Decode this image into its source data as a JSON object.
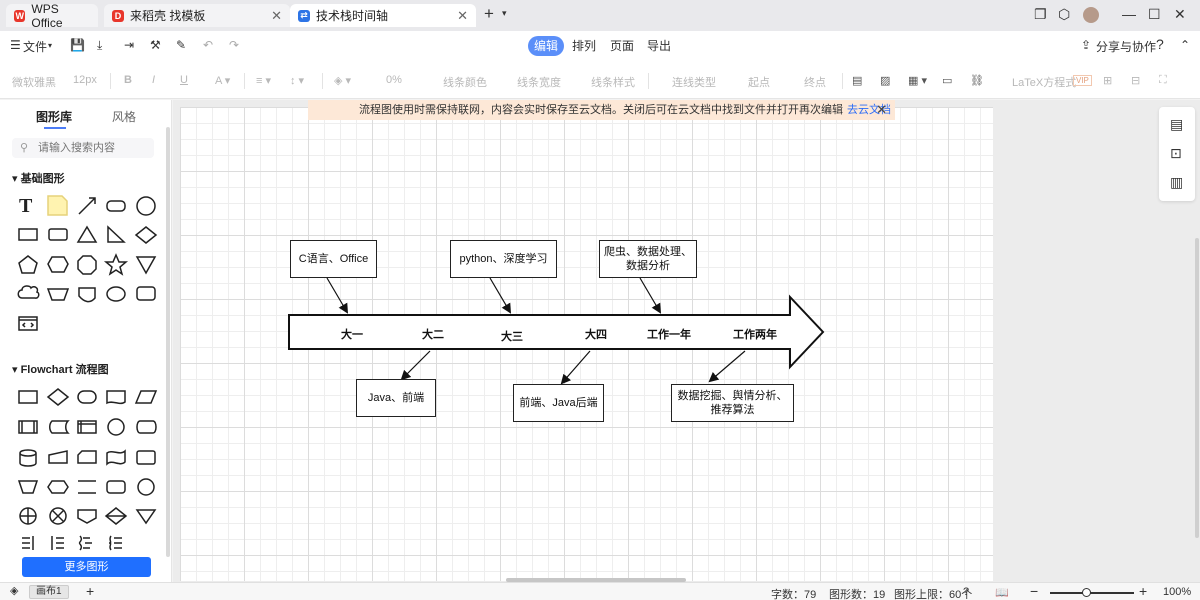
{
  "tabs": [
    {
      "label": "WPS Office",
      "color": "#e8362b"
    },
    {
      "label": "来稻壳 找模板",
      "color": "#e8362b"
    },
    {
      "label": "技术栈时间轴",
      "color": "#2d74e6"
    }
  ],
  "menubar": {
    "file_label": "文件",
    "modes": [
      "编辑",
      "排列",
      "页面",
      "导出"
    ],
    "share_label": "分享与协作"
  },
  "format_toolbar": {
    "font_family": "微软雅黑",
    "font_size": "12px",
    "opacity": "0%",
    "line_color": "线条颜色",
    "line_width": "线条宽度",
    "line_style": "线条样式",
    "connector_type": "连线类型",
    "start_point": "起点",
    "end_point": "终点",
    "latex": "LaTeX方程式",
    "vip": "VIP"
  },
  "leftpanel": {
    "tab_shapes": "图形库",
    "tab_style": "风格",
    "search_placeholder": "请输入搜索内容",
    "section_basic": "基础图形",
    "section_flowchart": "Flowchart 流程图",
    "more_shapes": "更多图形"
  },
  "notice": {
    "text": "流程图使用时需保持联网，内容会实时保存至云文档。关闭后可在云文档中找到文件并打开再次编辑",
    "link": "去云文档"
  },
  "diagram": {
    "top_nodes": [
      "C语言、Office",
      "python、深度学习",
      "爬虫、数据处理、\n数据分析"
    ],
    "bottom_nodes": [
      "Java、前端",
      "前端、Java后端",
      "数据挖掘、舆情分析、\n推荐算法"
    ],
    "timeline_labels": [
      "大一",
      "大二",
      "大三",
      "大四",
      "工作一年",
      "工作两年"
    ]
  },
  "statusbar": {
    "page_tab": "画布1",
    "char_count": "字数：79",
    "shape_count": "图形数：19",
    "shape_limit": "图形上限：60个",
    "zoom": "100%"
  }
}
